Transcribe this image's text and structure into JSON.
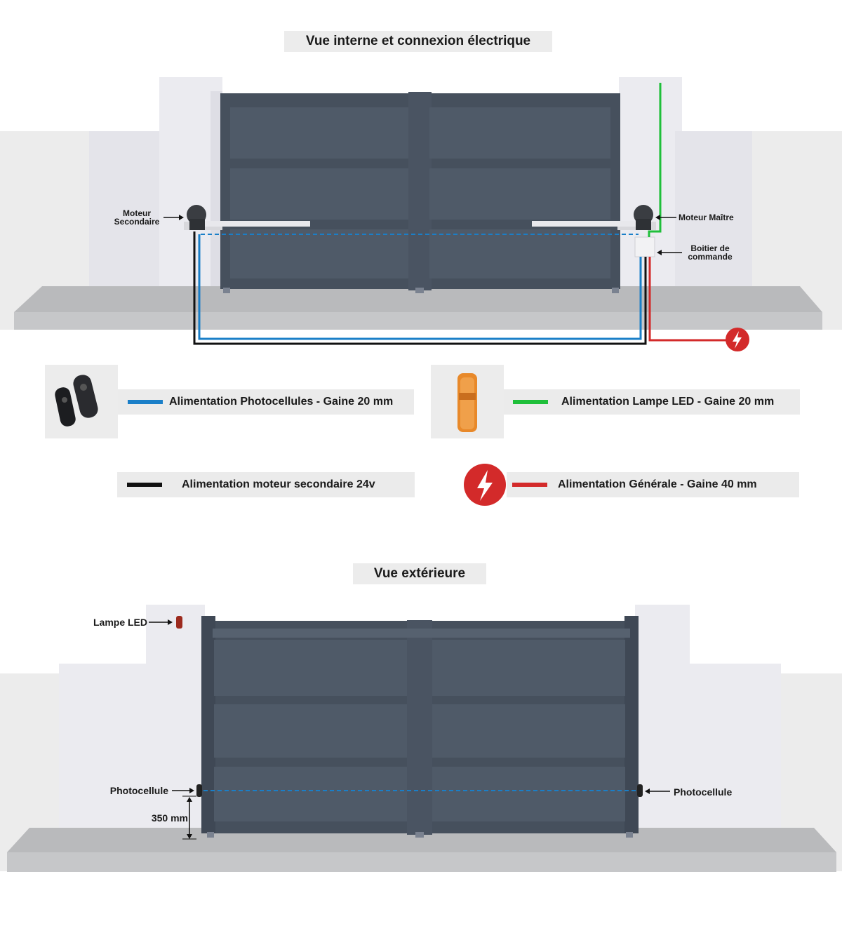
{
  "sections": {
    "internal_title": "Vue interne et connexion électrique",
    "external_title": "Vue extérieure"
  },
  "internal_labels": {
    "secondary_motor_line1": "Moteur",
    "secondary_motor_line2": "Secondaire",
    "master_motor": "Moteur Maître",
    "control_box_line1": "Boitier de",
    "control_box_line2": "commande"
  },
  "legend": {
    "photocells": "Alimentation Photocellules - Gaine 20 mm",
    "led_lamp": "Alimentation Lampe LED - Gaine 20 mm",
    "secondary_motor": "Alimentation moteur secondaire 24v",
    "general": "Alimentation Générale - Gaine 40 mm"
  },
  "external_labels": {
    "led_lamp": "Lampe LED",
    "photocell_left": "Photocellule",
    "photocell_right": "Photocellule",
    "height": "350 mm"
  },
  "colors": {
    "photocell_blue": "#1a7fc8",
    "led_green": "#1fbf3a",
    "motor_black": "#111111",
    "general_red": "#d32a2a",
    "gate": "#4a5563",
    "gate_panel": "#4f5a68",
    "wall": "#e6e6ea",
    "ground": "#c6c7c9"
  }
}
